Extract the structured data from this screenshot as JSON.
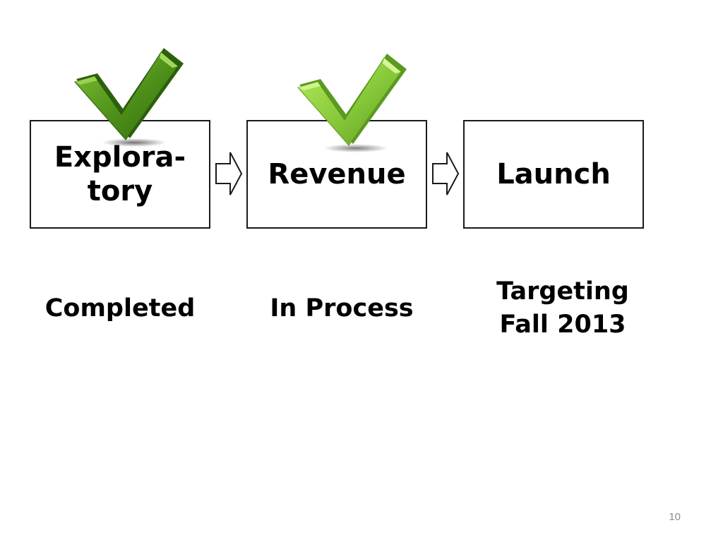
{
  "stages": [
    {
      "label": "Explora-\ntory",
      "status": "Completed",
      "checked": true
    },
    {
      "label": "Revenue",
      "status": "In Process",
      "checked": true
    },
    {
      "label": "Launch",
      "status": "Targeting\nFall 2013",
      "checked": false
    }
  ],
  "page_number": "10",
  "icons": {
    "check": "checkmark-icon",
    "arrow": "arrow-right-icon"
  },
  "colors": {
    "check_dark": "#3f7a12",
    "check_light": "#8fd13a"
  }
}
